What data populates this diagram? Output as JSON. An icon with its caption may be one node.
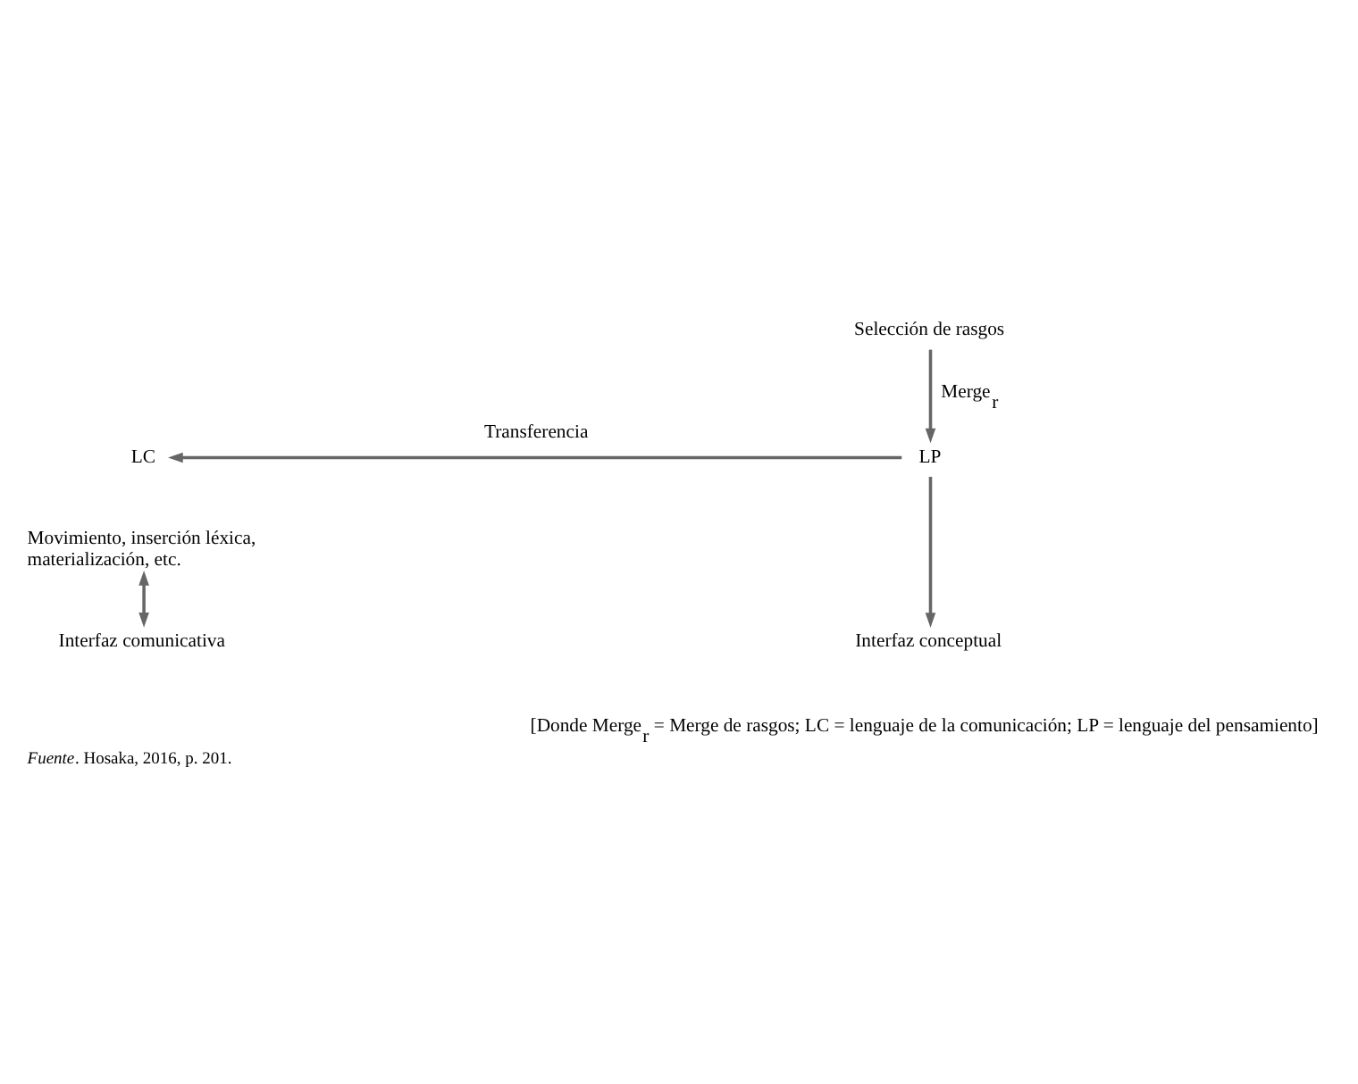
{
  "diagram": {
    "caption": "*Fuente*. Hosaka, 2016, p. 201.",
    "nodes": [
      {
        "text": [
          "Selección de rasgos"
        ]
      },
      {
        "text": [
          "LP"
        ]
      },
      {
        "text": [
          "LC"
        ]
      },
      {
        "text": [
          "Movimiento, inserción léxica, materialización, etc."
        ]
      },
      {
        "text": [
          "Interfaz comunicativa"
        ]
      },
      {
        "text": [
          "Interfaz conceptual"
        ]
      }
    ],
    "edges": [
      {
        "from": 0,
        "to": 1,
        "arrow": "to",
        "label": "Merge$_{r}$"
      },
      {
        "from": 1,
        "to": 2,
        "arrow": "to",
        "label": "Transferencia"
      },
      {
        "from": 3,
        "to": 4,
        "arrow": "both"
      },
      {
        "from": 1,
        "to": 5,
        "arrow": "to"
      }
    ],
    "labels": [
      "[Donde Merge$_{r}$ = Merge de rasgos; LC = lenguaje de la comunicación; LP = lenguaje del pensamiento]"
    ]
  }
}
